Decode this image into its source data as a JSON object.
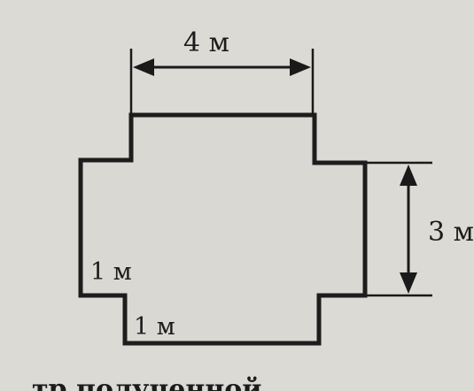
{
  "diagram": {
    "labels": {
      "top_width": "4 м",
      "right_height": "3 м",
      "step_vertical": "1 м",
      "step_horizontal": "1 м"
    },
    "cut_off_text": "тр полученной"
  }
}
